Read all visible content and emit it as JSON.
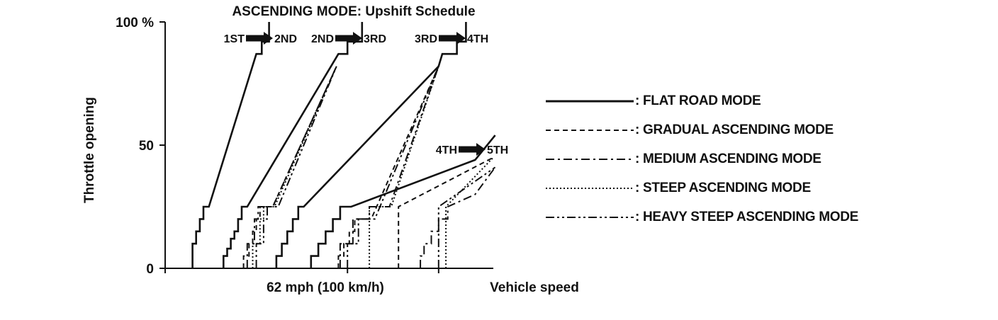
{
  "chart_data": {
    "type": "line",
    "title": "ASCENDING MODE: Upshift Schedule",
    "xlabel": "Vehicle speed",
    "ylabel": "Throttle opening",
    "x_tick_label": "62 mph (100 km/h)",
    "y_ticks": [
      "0",
      "50",
      "100 %"
    ],
    "ylim": [
      0,
      100
    ],
    "xlim": [
      0,
      180
    ],
    "grid": false,
    "legend_position": "right",
    "shift_labels": [
      {
        "from": "1ST",
        "to": "2ND"
      },
      {
        "from": "2ND",
        "to": "3RD"
      },
      {
        "from": "3RD",
        "to": "4TH"
      },
      {
        "from": "4TH",
        "to": "5TH"
      }
    ],
    "series": [
      {
        "name": ": FLAT ROAD MODE",
        "style": "solid",
        "segments": [
          [
            [
              15,
              0
            ],
            [
              15,
              10
            ],
            [
              17,
              10
            ],
            [
              17,
              15
            ],
            [
              19,
              15
            ],
            [
              19,
              20
            ],
            [
              21,
              20
            ],
            [
              21,
              25
            ],
            [
              24,
              25
            ],
            [
              50,
              87
            ],
            [
              53,
              87
            ],
            [
              53,
              92
            ],
            [
              57,
              92
            ],
            [
              57,
              100
            ]
          ],
          [
            [
              32,
              0
            ],
            [
              32,
              5
            ],
            [
              34,
              5
            ],
            [
              34,
              8
            ],
            [
              36,
              8
            ],
            [
              36,
              12
            ],
            [
              38,
              12
            ],
            [
              38,
              15
            ],
            [
              40,
              15
            ],
            [
              40,
              20
            ],
            [
              42,
              20
            ],
            [
              42,
              25
            ],
            [
              45,
              25
            ],
            [
              95,
              87
            ],
            [
              100,
              87
            ],
            [
              100,
              92
            ],
            [
              108,
              92
            ],
            [
              108,
              100
            ]
          ],
          [
            [
              61,
              0
            ],
            [
              61,
              5
            ],
            [
              64,
              5
            ],
            [
              64,
              10
            ],
            [
              67,
              10
            ],
            [
              67,
              15
            ],
            [
              70,
              15
            ],
            [
              70,
              20
            ],
            [
              73,
              20
            ],
            [
              73,
              25
            ],
            [
              76,
              25
            ],
            [
              150,
              82
            ],
            [
              152,
              87
            ],
            [
              160,
              87
            ],
            [
              160,
              92
            ],
            [
              165,
              92
            ],
            [
              165,
              100
            ]
          ],
          [
            [
              80,
              0
            ],
            [
              80,
              5
            ],
            [
              84,
              5
            ],
            [
              84,
              10
            ],
            [
              88,
              10
            ],
            [
              88,
              15
            ],
            [
              92,
              15
            ],
            [
              92,
              20
            ],
            [
              96,
              20
            ],
            [
              96,
              25
            ],
            [
              102,
              25
            ],
            [
              170,
              44
            ],
            [
              181,
              54
            ]
          ]
        ]
      },
      {
        "name": ": GRADUAL ASCENDING MODE",
        "style": "dash",
        "segments": [
          [
            [
              43,
              0
            ],
            [
              43,
              5
            ],
            [
              46,
              5
            ],
            [
              46,
              10
            ],
            [
              48,
              10
            ],
            [
              48,
              15
            ],
            [
              50,
              15
            ],
            [
              50,
              20
            ],
            [
              52,
              20
            ],
            [
              52,
              25
            ],
            [
              59,
              25
            ],
            [
              94,
              82
            ]
          ],
          [
            [
              95,
              0
            ],
            [
              95,
              5
            ],
            [
              98,
              5
            ],
            [
              98,
              10
            ],
            [
              101,
              10
            ],
            [
              101,
              15
            ],
            [
              104,
              15
            ],
            [
              104,
              20
            ],
            [
              113,
              20
            ],
            [
              150,
              82
            ]
          ],
          [
            [
              128,
              0
            ],
            [
              128,
              25
            ],
            [
              180,
              45
            ]
          ]
        ]
      },
      {
        "name": ": MEDIUM ASCENDING MODE",
        "style": "dashdot",
        "segments": [
          [
            [
              45,
              0
            ],
            [
              45,
              10
            ],
            [
              49,
              10
            ],
            [
              49,
              20
            ],
            [
              51,
              20
            ],
            [
              51,
              25
            ],
            [
              59,
              25
            ],
            [
              94,
              82
            ]
          ],
          [
            [
              96,
              0
            ],
            [
              96,
              10
            ],
            [
              103,
              10
            ],
            [
              103,
              20
            ],
            [
              112,
              20
            ],
            [
              112,
              25
            ],
            [
              123,
              25
            ],
            [
              150,
              82
            ]
          ],
          [
            [
              140,
              0
            ],
            [
              140,
              5
            ],
            [
              142,
              5
            ],
            [
              142,
              10
            ],
            [
              146,
              10
            ],
            [
              146,
              15
            ],
            [
              150,
              15
            ],
            [
              150,
              20
            ],
            [
              155,
              20
            ],
            [
              155,
              25
            ],
            [
              170,
              30
            ],
            [
              181,
              41
            ]
          ]
        ]
      },
      {
        "name": ": STEEP ASCENDING MODE",
        "style": "dot",
        "segments": [
          [
            [
              48,
              0
            ],
            [
              48,
              10
            ],
            [
              52,
              10
            ],
            [
              52,
              20
            ],
            [
              54,
              20
            ],
            [
              54,
              25
            ],
            [
              60,
              25
            ],
            [
              94,
              82
            ]
          ],
          [
            [
              112,
              0
            ],
            [
              112,
              25
            ],
            [
              124,
              25
            ],
            [
              150,
              82
            ]
          ],
          [
            [
              154,
              0
            ],
            [
              154,
              25
            ],
            [
              180,
              45
            ]
          ]
        ]
      },
      {
        "name": ": HEAVY STEEP ASCENDING MODE",
        "style": "dashdotdot",
        "segments": [
          [
            [
              50,
              0
            ],
            [
              50,
              10
            ],
            [
              54,
              10
            ],
            [
              54,
              20
            ],
            [
              56,
              20
            ],
            [
              56,
              25
            ],
            [
              62,
              25
            ],
            [
              94,
              82
            ]
          ],
          [
            [
              100,
              0
            ],
            [
              100,
              10
            ],
            [
              106,
              10
            ],
            [
              106,
              20
            ],
            [
              115,
              20
            ],
            [
              150,
              82
            ]
          ],
          [
            [
              150,
              0
            ],
            [
              150,
              25
            ],
            [
              181,
              41
            ]
          ]
        ]
      }
    ]
  }
}
